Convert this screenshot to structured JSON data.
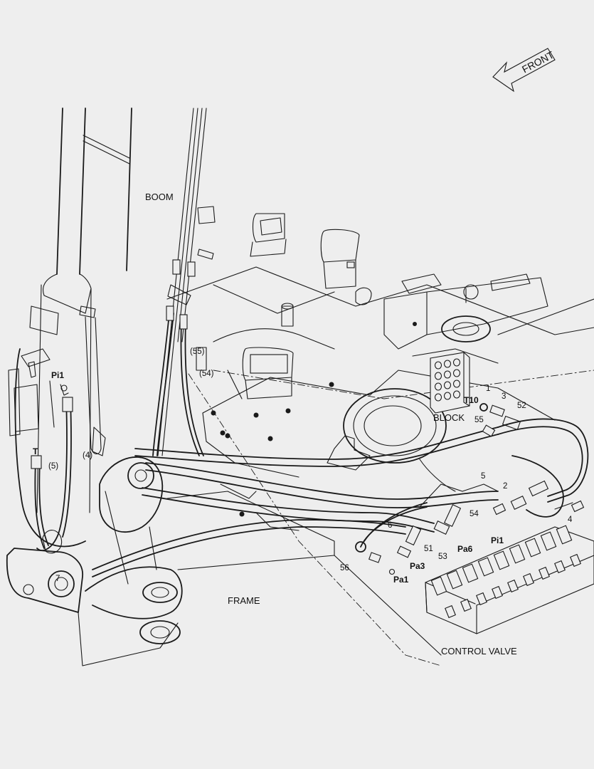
{
  "direction": {
    "label": "FRONT",
    "icon": "front-arrow-icon"
  },
  "areas": {
    "boom": "BOOM",
    "block": "BLOCK",
    "frame": "FRAME",
    "control_valve": "CONTROL VALVE"
  },
  "ports": {
    "pi1_left": "Pi1",
    "t_left": "T",
    "t10": "T10",
    "pa6": "Pa6",
    "pi1_right": "Pi1",
    "pa3": "Pa3",
    "pa1": "Pa1"
  },
  "callouts": {
    "c55_paren": "(55)",
    "c54_paren": "(54)",
    "c4_paren": "(4)",
    "c5_paren": "(5)",
    "c7": "7",
    "c1": "1",
    "c3": "3",
    "c52": "52",
    "c55": "55",
    "c5": "5",
    "c2": "2",
    "c4": "4",
    "c54": "54",
    "c6": "6",
    "c51": "51",
    "c53": "53",
    "c56": "56"
  }
}
